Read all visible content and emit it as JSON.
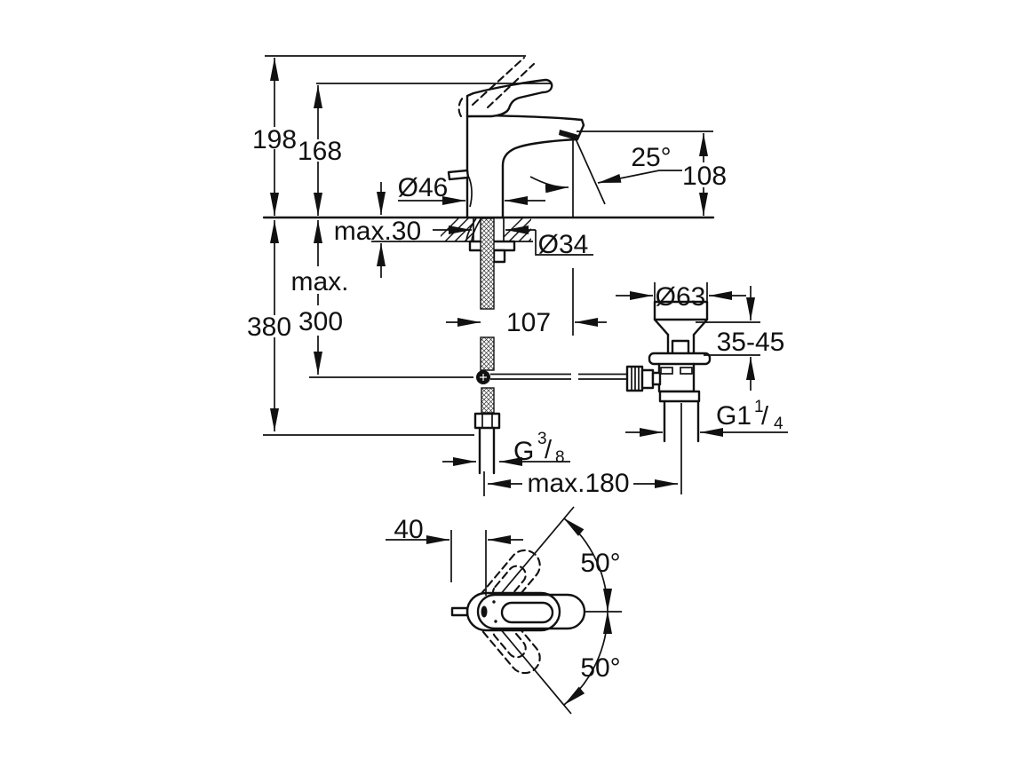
{
  "drawing": {
    "type": "technical-dimension-drawing",
    "subject": "single-lever basin mixer faucet with pop-up waste, side elevation and plan view",
    "colors": {
      "line": "#111111",
      "background": "#ffffff"
    },
    "labels": {
      "dim_198": "198",
      "dim_168": "168",
      "dia_46": "Ø46",
      "angle_25": "25°",
      "dim_108": "108",
      "max_30": "max.30",
      "dia_34": "Ø34",
      "max_word": "max.",
      "dim_300": "300",
      "dim_380": "380",
      "dim_107": "107",
      "dia_63": "Ø63",
      "range_35_45": "35-45",
      "g114": {
        "main": "G1",
        "sup": "1",
        "slash": "/",
        "sub": "4"
      },
      "g38": {
        "main": "G",
        "sup": "3",
        "slash": "/",
        "sub": "8"
      },
      "max_180": "max.180",
      "dim_40": "40",
      "angle_50_upper": "50°",
      "angle_50_lower": "50°"
    }
  }
}
